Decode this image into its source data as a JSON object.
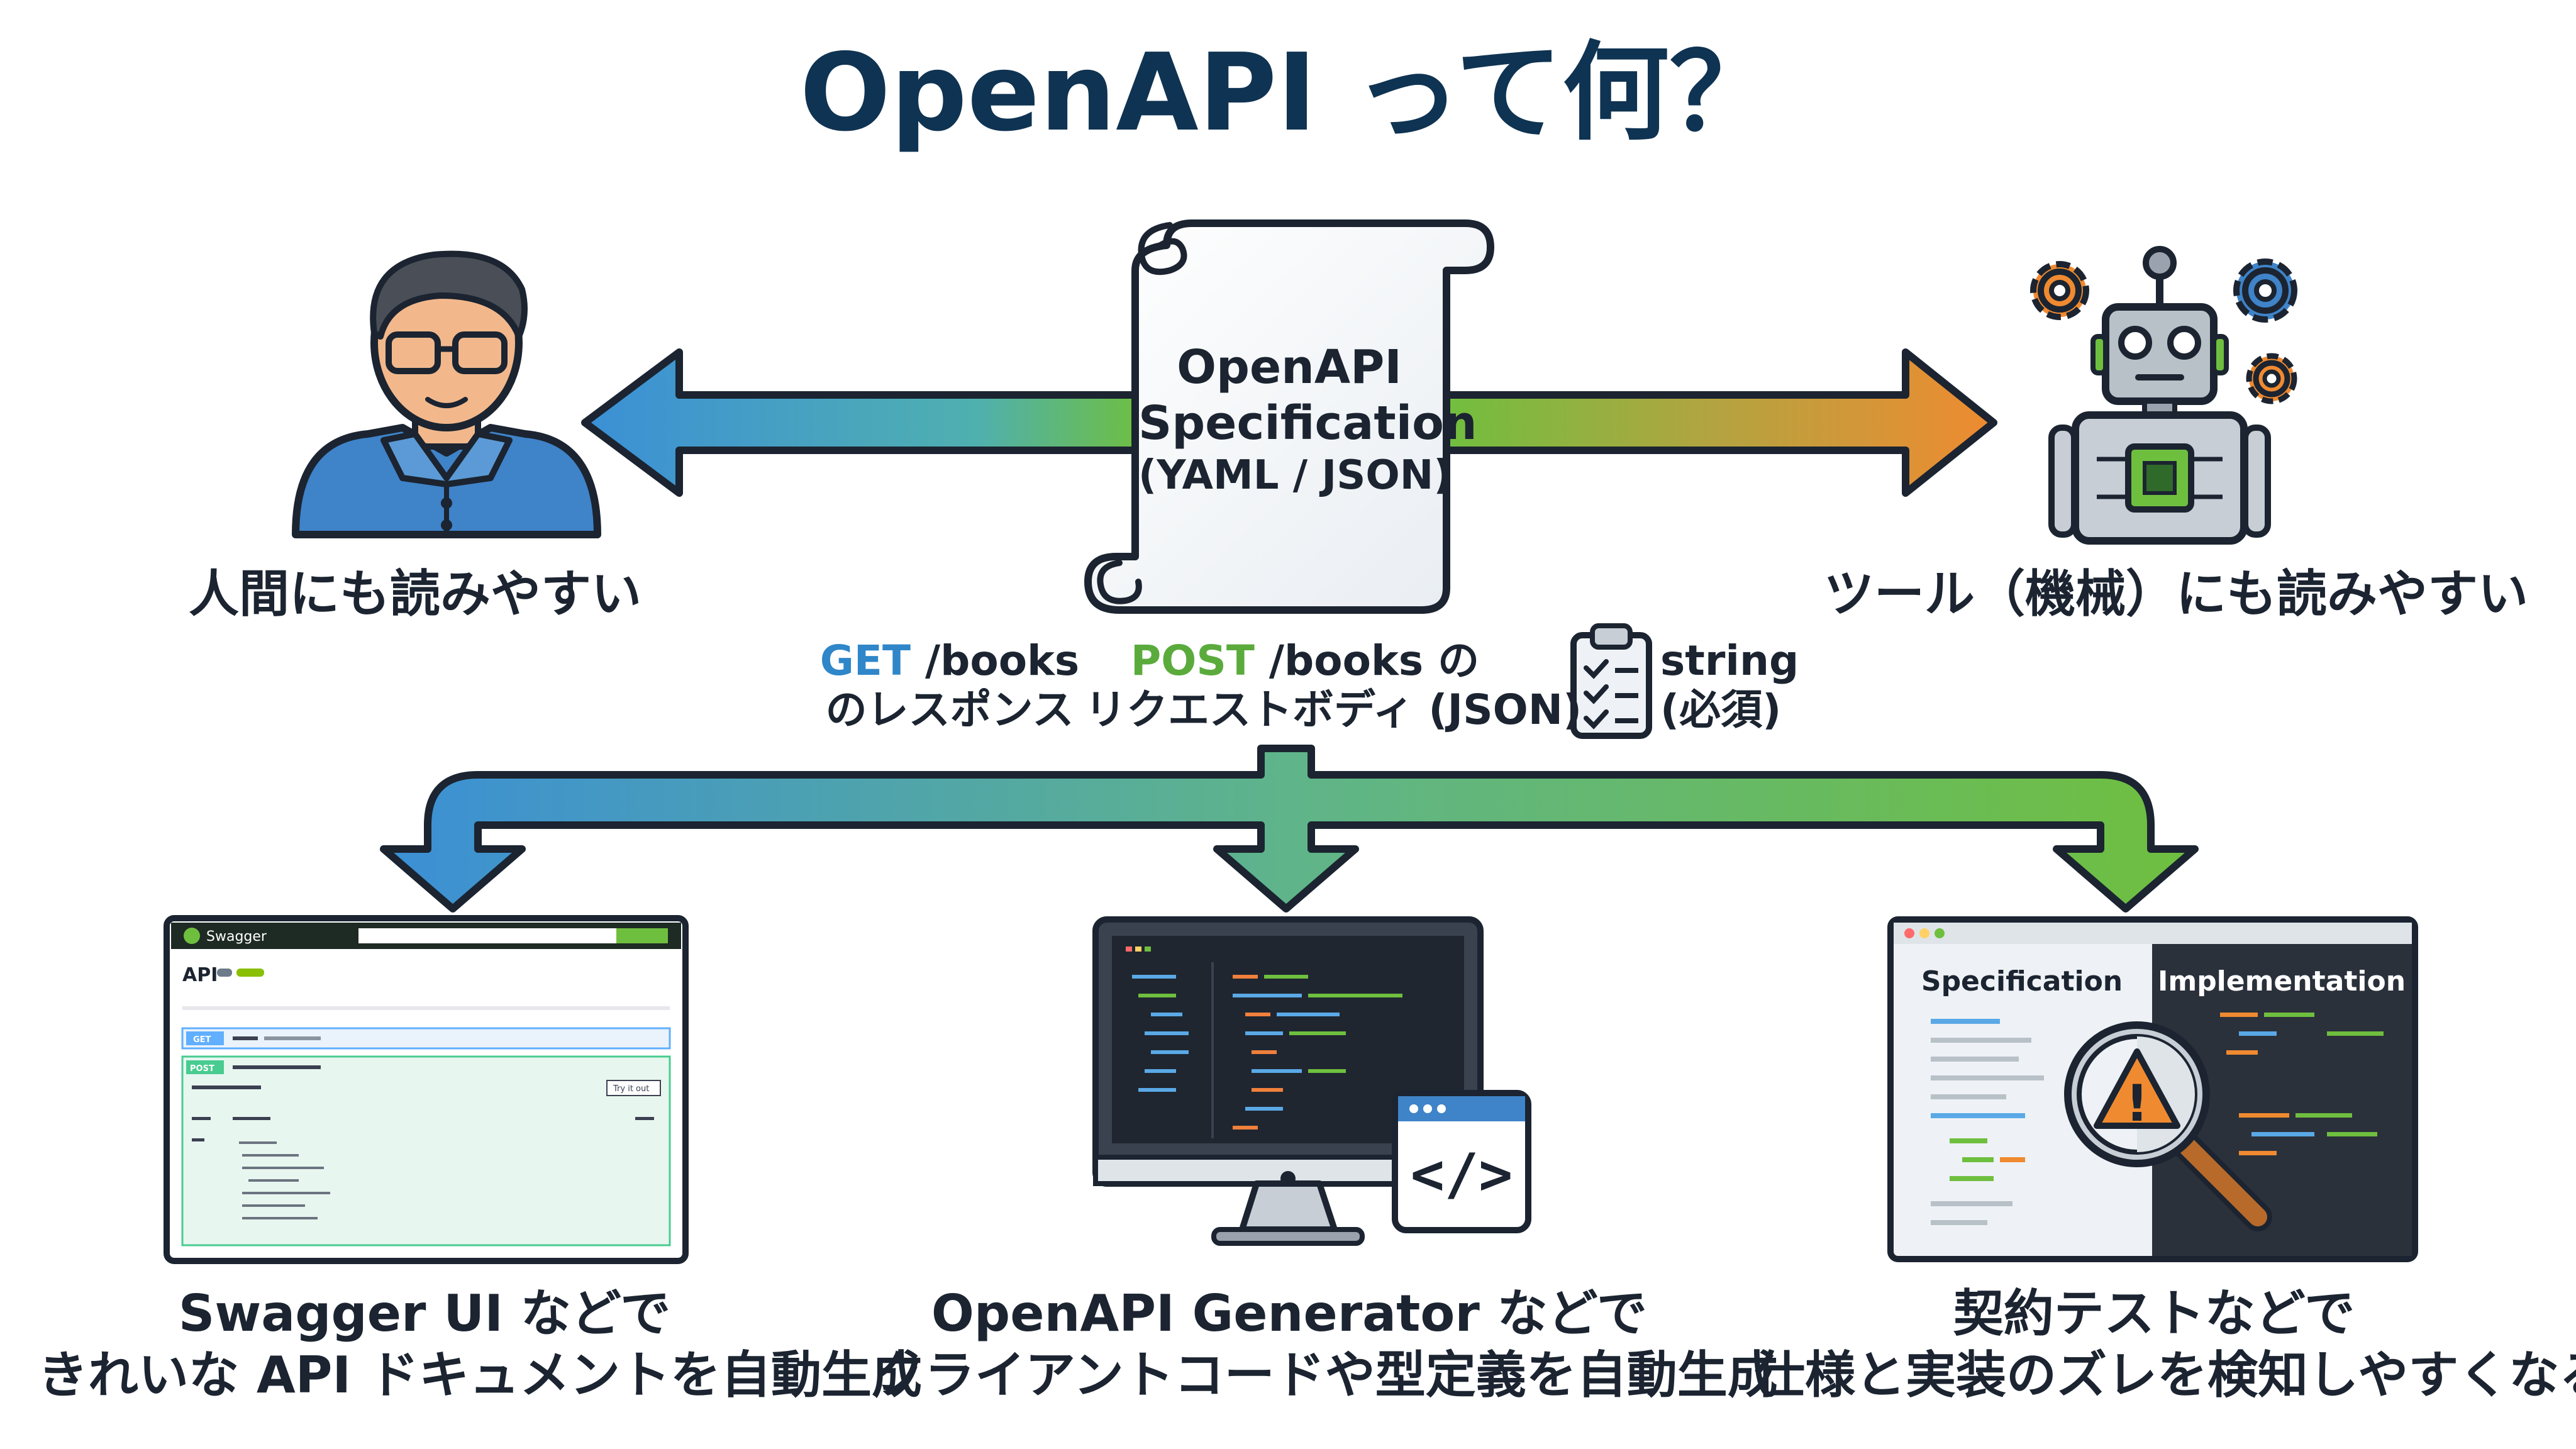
{
  "title": "OpenAPI って何？",
  "spec": {
    "line1": "OpenAPI",
    "line2": "Specification",
    "line3": "(YAML / JSON)"
  },
  "left_caption": "人間にも読みやすい",
  "right_caption": "ツール（機械）にも読みやすい",
  "examples": {
    "get_method": "GET",
    "get_path": " /books",
    "get_desc": "のレスポンス",
    "post_method": "POST",
    "post_path": " /books の",
    "post_desc": "リクエストボディ (JSON)",
    "string_line1": "string",
    "string_line2": "(必須)"
  },
  "panels": {
    "swagger": {
      "caption1": "Swagger UI などで",
      "caption2": "きれいな API ドキュメントを自動生成",
      "api_label": "API",
      "logo_text": "Swagger",
      "get_tag": "GET",
      "post_tag": "POST",
      "try_label": "Try it out"
    },
    "generator": {
      "caption1": "OpenAPI Generator などで",
      "caption2": "クライアントコードや型定義を自動生成",
      "code_icon": "</>"
    },
    "contract": {
      "caption1": "契約テストなどで",
      "caption2": "仕様と実装のズレを検知しやすくなる",
      "spec_title": "Specification",
      "impl_title": "Implementation",
      "warning": "!"
    }
  },
  "colors": {
    "title": "#0f3352",
    "arrow_blue": "#3b8fd6",
    "arrow_green": "#6fbf3f",
    "arrow_orange": "#f08a30",
    "outline": "#1b2430",
    "get": "#2f86c9",
    "post": "#5aab3c"
  }
}
